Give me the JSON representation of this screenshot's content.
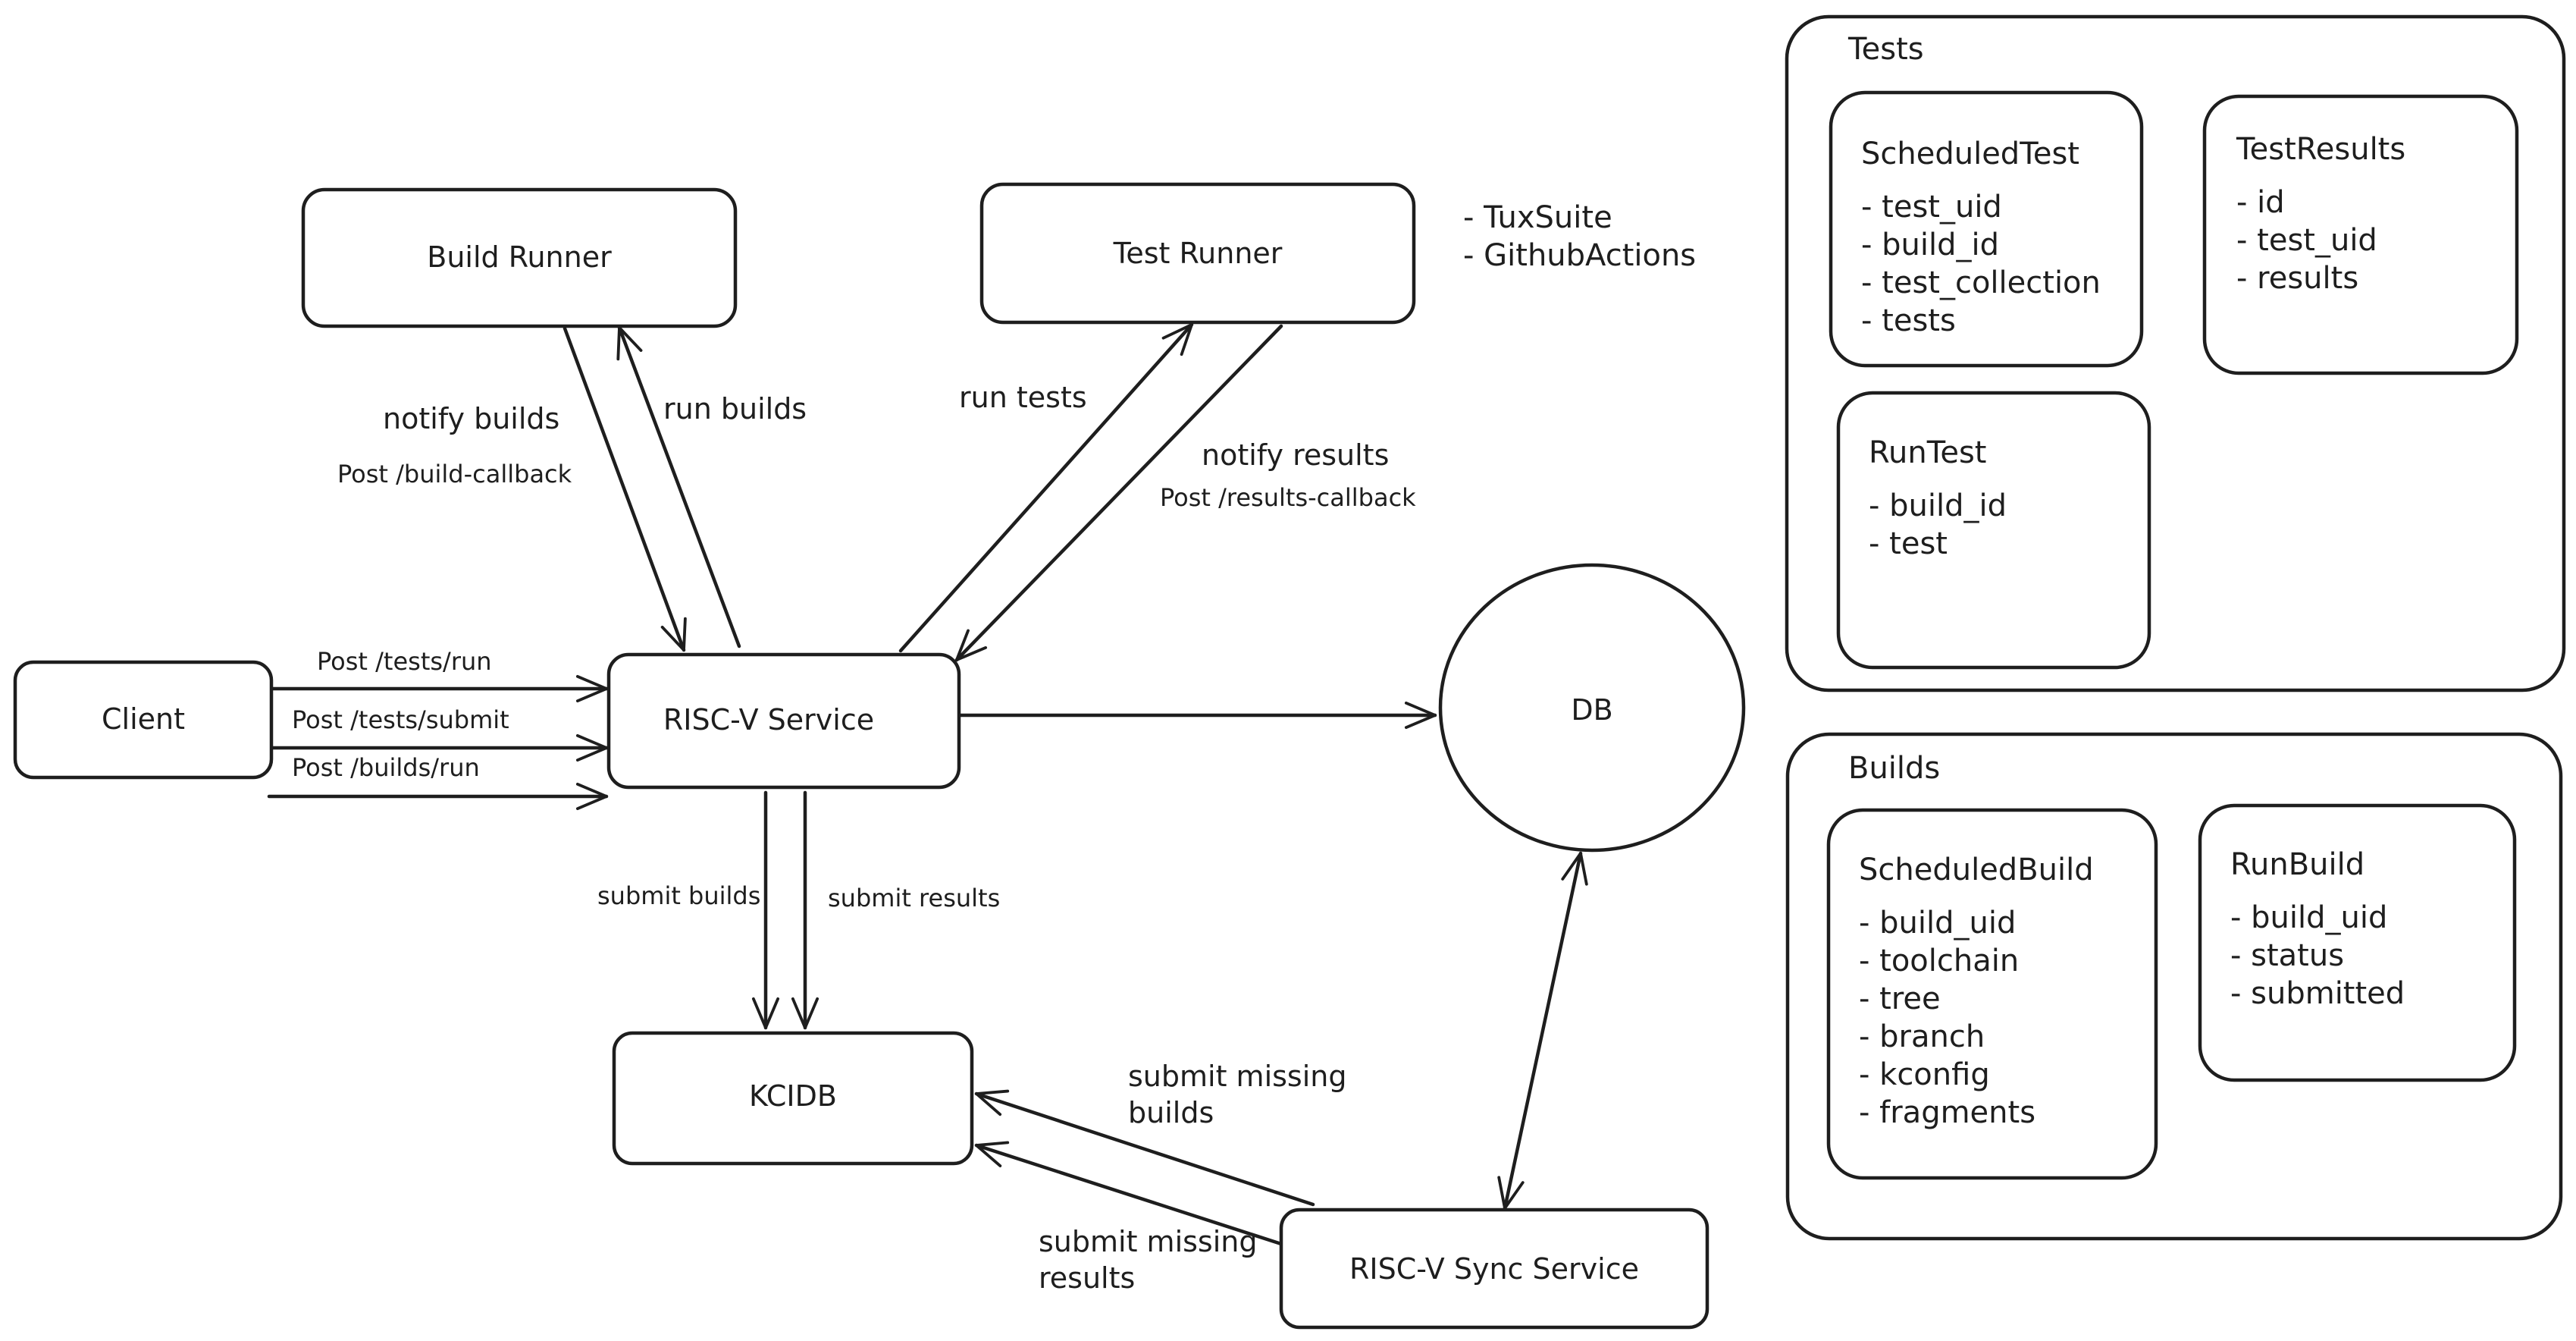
{
  "nodes": {
    "build_runner": "Build Runner",
    "test_runner": "Test Runner",
    "client": "Client",
    "riscv_service": "RISC-V Service",
    "db": "DB",
    "kcidb": "KCIDB",
    "sync_service": "RISC-V Sync Service"
  },
  "test_runner_notes": [
    "- TuxSuite",
    "- GithubActions"
  ],
  "edges": {
    "notify_builds": "notify builds",
    "build_callback": "Post /build-callback",
    "run_builds": "run builds",
    "run_tests": "run tests",
    "notify_results": "notify results",
    "results_callback": "Post /results-callback",
    "tests_run": "Post /tests/run",
    "tests_submit": "Post /tests/submit",
    "builds_run": "Post /builds/run",
    "submit_builds": "submit builds",
    "submit_results": "submit results",
    "submit_missing_builds": [
      "submit missing",
      "builds"
    ],
    "submit_missing_results": [
      "submit missing",
      "results"
    ]
  },
  "groups": {
    "tests": {
      "title": "Tests",
      "entities": [
        {
          "name": "ScheduledTest",
          "fields": [
            "- test_uid",
            "- build_id",
            "- test_collection",
            "- tests"
          ]
        },
        {
          "name": "TestResults",
          "fields": [
            "- id",
            "- test_uid",
            "- results"
          ]
        },
        {
          "name": "RunTest",
          "fields": [
            "- build_id",
            "- test"
          ]
        }
      ]
    },
    "builds": {
      "title": "Builds",
      "entities": [
        {
          "name": "ScheduledBuild",
          "fields": [
            "- build_uid",
            "- toolchain",
            "- tree",
            "- branch",
            "- kconfig",
            "- fragments"
          ]
        },
        {
          "name": "RunBuild",
          "fields": [
            "- build_uid",
            "- status",
            "- submitted"
          ]
        }
      ]
    }
  }
}
